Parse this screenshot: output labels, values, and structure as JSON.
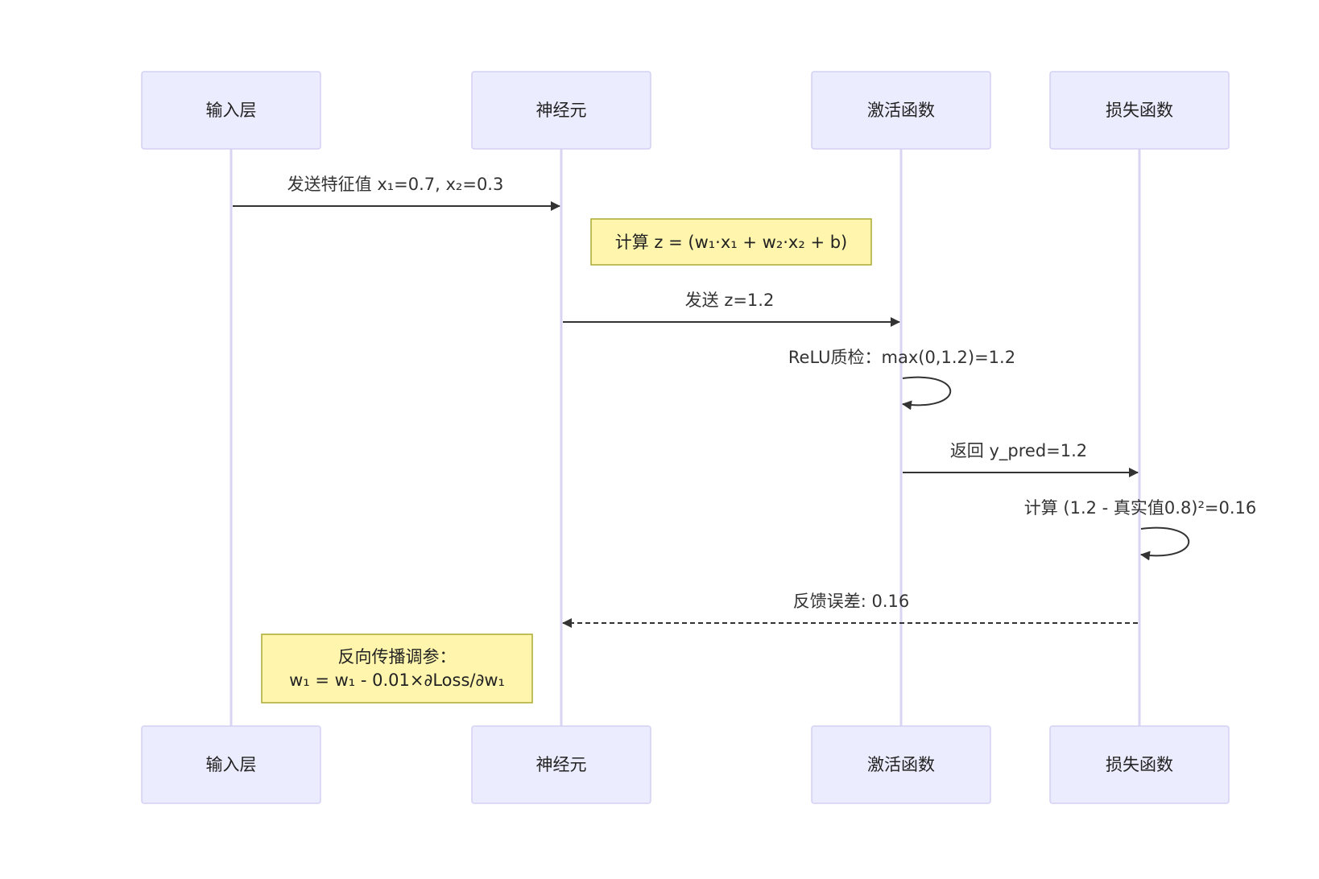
{
  "participants": [
    {
      "id": "input",
      "label": "输入层"
    },
    {
      "id": "neuron",
      "label": "神经元"
    },
    {
      "id": "activation",
      "label": "激活函数"
    },
    {
      "id": "loss",
      "label": "损失函数"
    }
  ],
  "messages": [
    {
      "from": "input",
      "to": "neuron",
      "text": "发送特征值 x₁=0.7, x₂=0.3",
      "style": "solid"
    },
    {
      "from": "neuron",
      "to": "activation",
      "text": "发送 z=1.2",
      "style": "solid"
    },
    {
      "from": "activation",
      "to": "activation",
      "text": "ReLU质检：max(0,1.2)=1.2",
      "style": "solid"
    },
    {
      "from": "activation",
      "to": "loss",
      "text": "返回 y_pred=1.2",
      "style": "solid"
    },
    {
      "from": "loss",
      "to": "loss",
      "text": "计算 (1.2 - 真实值0.8)²=0.16",
      "style": "solid"
    },
    {
      "from": "loss",
      "to": "neuron",
      "text": "反馈误差: 0.16",
      "style": "dashed"
    }
  ],
  "notes": [
    {
      "lines": [
        "计算 z = (w₁·x₁ + w₂·x₂ + b)"
      ]
    },
    {
      "lines": [
        "反向传播调参：",
        "w₁ = w₁ - 0.01×∂Loss/∂w₁"
      ]
    }
  ],
  "colors": {
    "actor_fill": "#ECECFF",
    "actor_border": "#D4D0F4",
    "lifeline": "#D8D4F2",
    "note_fill": "#FFF5AD",
    "note_border": "#AAAA33",
    "line": "#333333"
  }
}
